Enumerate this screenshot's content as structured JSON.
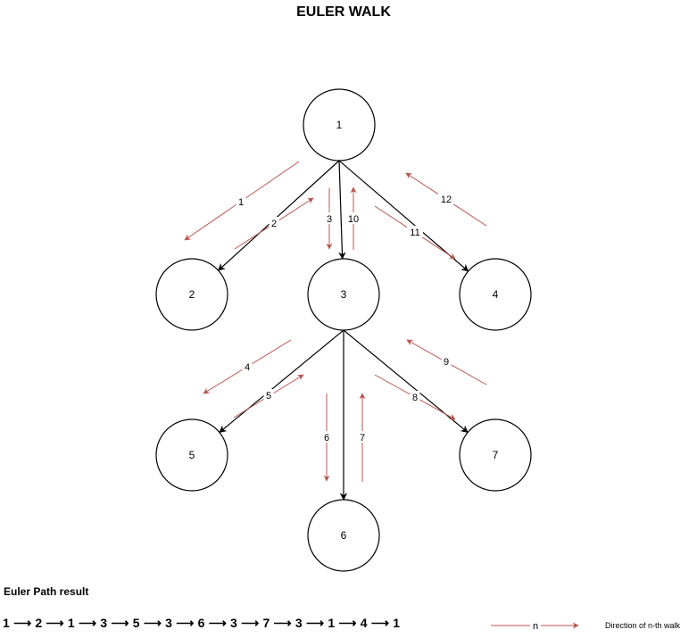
{
  "title": "EULER WALK",
  "nodes": [
    {
      "id": "1",
      "label": "1"
    },
    {
      "id": "2",
      "label": "2"
    },
    {
      "id": "3",
      "label": "3"
    },
    {
      "id": "4",
      "label": "4"
    },
    {
      "id": "5",
      "label": "5"
    },
    {
      "id": "6",
      "label": "6"
    },
    {
      "id": "7",
      "label": "7"
    }
  ],
  "edges": [
    {
      "from": "1",
      "to": "2"
    },
    {
      "from": "1",
      "to": "3"
    },
    {
      "from": "1",
      "to": "4"
    },
    {
      "from": "3",
      "to": "5"
    },
    {
      "from": "3",
      "to": "6"
    },
    {
      "from": "3",
      "to": "7"
    }
  ],
  "walk_steps": [
    {
      "label": "1",
      "from": "1",
      "to": "2"
    },
    {
      "label": "2",
      "from": "2",
      "to": "1"
    },
    {
      "label": "3",
      "from": "1",
      "to": "3"
    },
    {
      "label": "4",
      "from": "3",
      "to": "5"
    },
    {
      "label": "5",
      "from": "5",
      "to": "3"
    },
    {
      "label": "6",
      "from": "3",
      "to": "6"
    },
    {
      "label": "7",
      "from": "6",
      "to": "3"
    },
    {
      "label": "8",
      "from": "3",
      "to": "7"
    },
    {
      "label": "9",
      "from": "7",
      "to": "3"
    },
    {
      "label": "10",
      "from": "3",
      "to": "1"
    },
    {
      "label": "11",
      "from": "1",
      "to": "4"
    },
    {
      "label": "12",
      "from": "4",
      "to": "1"
    }
  ],
  "result": {
    "heading": "Euler Path result",
    "path": "1 ⟶ 2 ⟶ 1 ⟶ 3 ⟶ 5 ⟶ 3 ⟶ 6 ⟶ 3 ⟶ 7 ⟶ 3 ⟶ 1 ⟶ 4 ⟶ 1"
  },
  "legend": {
    "symbol": "n",
    "caption": "Direction of n-th walk"
  },
  "colors": {
    "edge": "#000000",
    "walk_arrow": "#b85450"
  }
}
